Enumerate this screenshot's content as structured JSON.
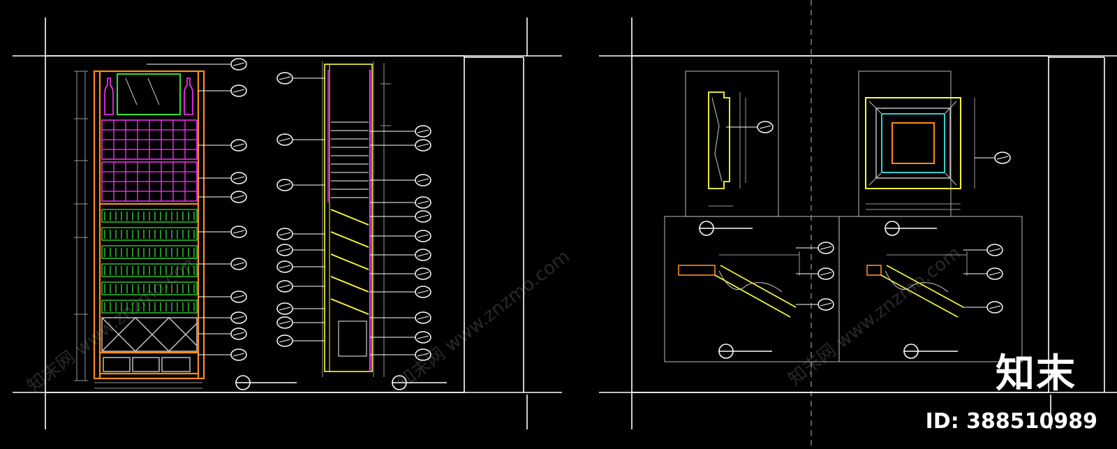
{
  "watermark": {
    "logo_text": "知末",
    "id_text": "ID: 388510989",
    "diagonal_text": "知末网 www.znzmo.com"
  },
  "colors": {
    "background": "#000000",
    "frame": "#ffffff",
    "cabinet": "#ff8c1a",
    "magenta": "#ff33ff",
    "green": "#33dd33",
    "yellow": "#ffff33",
    "cyan": "#33cccc",
    "dim": "#9a9a9a"
  },
  "icons": [
    "cad-callout-icon",
    "section-marker-icon"
  ]
}
